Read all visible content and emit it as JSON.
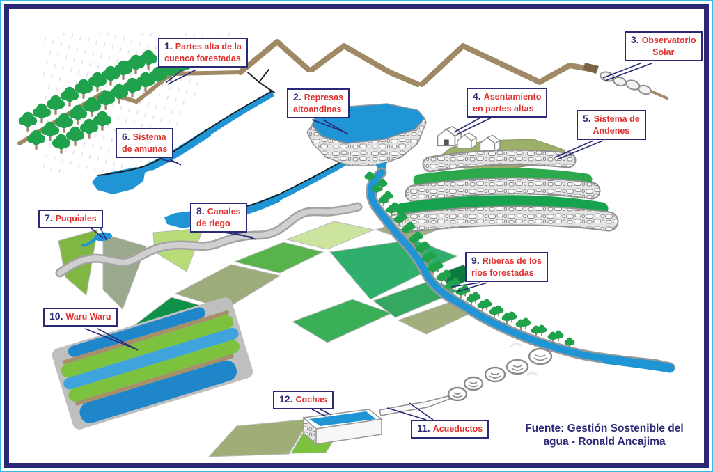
{
  "diagram": {
    "callouts": [
      {
        "id": "partes-altas",
        "number": "1.",
        "line1": "Partes alta de la",
        "line2": "cuenca forestadas"
      },
      {
        "id": "represas",
        "number": "2.",
        "line1": "Represas",
        "line2": "altoandinas"
      },
      {
        "id": "observatorio",
        "number": "3.",
        "line1": "Observatorio",
        "line2": "Solar"
      },
      {
        "id": "asentamiento",
        "number": "4.",
        "line1": "Asentamiento",
        "line2": "en partes altas"
      },
      {
        "id": "andenes",
        "number": "5.",
        "line1": "Sistema de",
        "line2": "Andenes"
      },
      {
        "id": "amunas",
        "number": "6.",
        "line1": "Sistema",
        "line2": "de amunas"
      },
      {
        "id": "puquiales",
        "number": "7.",
        "line1": "Puquiales",
        "line2": ""
      },
      {
        "id": "canales",
        "number": "8.",
        "line1": "Canales",
        "line2": "de riego"
      },
      {
        "id": "riberas",
        "number": "9.",
        "line1": "Riberas de los",
        "line2": "ríos forestadas"
      },
      {
        "id": "waru-waru",
        "number": "10.",
        "line1": "Waru Waru",
        "line2": ""
      },
      {
        "id": "acueductos",
        "number": "11.",
        "line1": "Acueductos",
        "line2": ""
      },
      {
        "id": "cochas",
        "number": "12.",
        "line1": "Cochas",
        "line2": ""
      }
    ],
    "source": {
      "line1": "Fuente: Gestión Sostenible del",
      "line2": "agua - Ronald Ancajima"
    },
    "colors": {
      "frame_cyan": "#38b6e6",
      "border_navy": "#2b2977",
      "label_red": "#e03030",
      "water_blue": "#2095d5",
      "tree_green": "#1fa24b",
      "earth_brown": "#a08a66"
    }
  }
}
